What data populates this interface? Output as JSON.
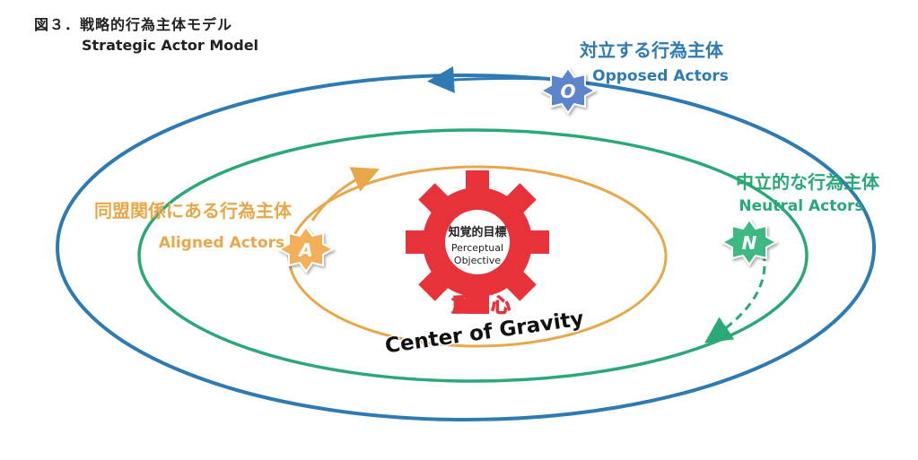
{
  "caption": {
    "line1": "図３．戦略的行為主体モデル",
    "line2": "Strategic Actor Model"
  },
  "colors": {
    "opposed": "#2e7bb4",
    "neutral": "#2aa876",
    "aligned": "#e7a84a",
    "gear": "#e8323a"
  },
  "opposed": {
    "label_jp": "対立する行為主体",
    "label_en": "Opposed Actors",
    "badge": "O"
  },
  "neutral": {
    "label_jp": "中立的な行為主体",
    "label_en": "Neutral Actors",
    "badge": "N"
  },
  "aligned": {
    "label_jp": "同盟関係にある行為主体",
    "label_en": "Aligned Actors",
    "badge": "A"
  },
  "center": {
    "jp": "知覚的目標",
    "en_line1": "Perceptual",
    "en_line2": "Objective",
    "gravity_jp": "重　心",
    "gravity_en": "Center of Gravity"
  }
}
